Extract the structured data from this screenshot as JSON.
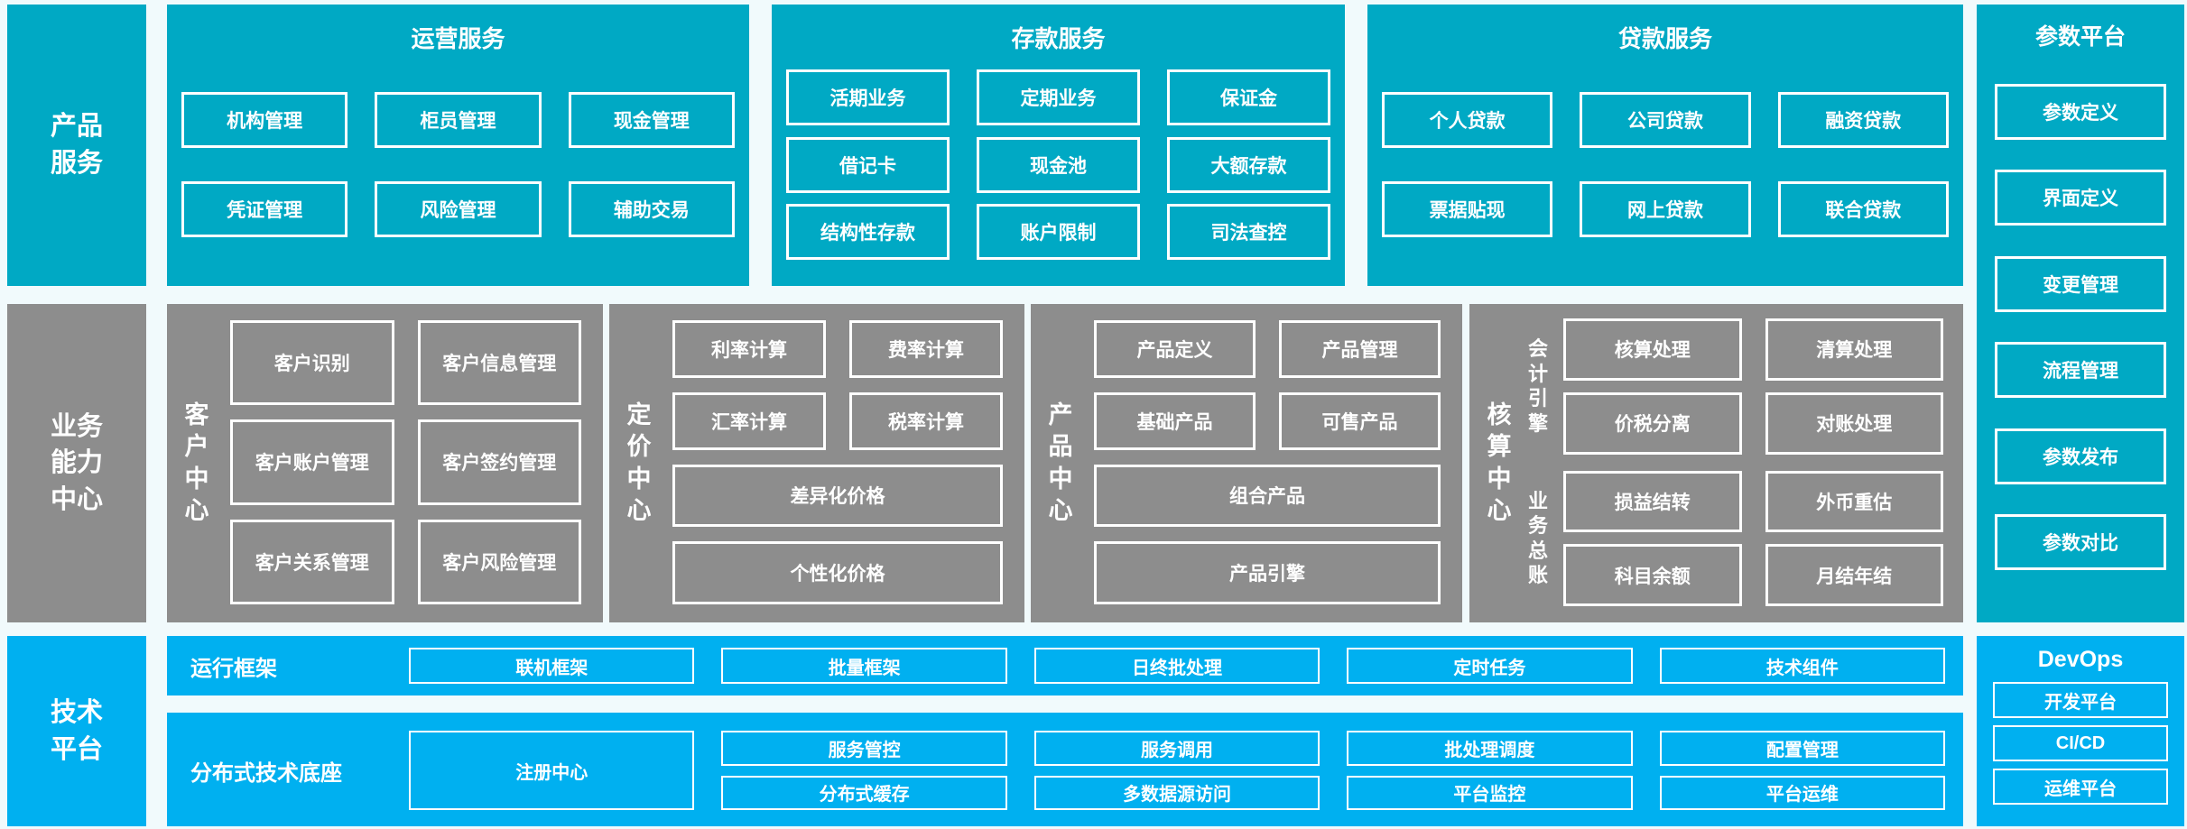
{
  "palette": {
    "teal": "#00A9C4",
    "gray": "#8D8D8D",
    "blue": "#00B0F0",
    "background": "#F1FAFC"
  },
  "lanes": {
    "product_services": "产品\n服务",
    "business_capability": "业务\n能力\n中心",
    "tech_platform": "技术\n平台"
  },
  "operation_services": {
    "title": "运营服务",
    "rows": [
      [
        "机构管理",
        "柜员管理",
        "现金管理"
      ],
      [
        "凭证管理",
        "风险管理",
        "辅助交易"
      ]
    ]
  },
  "deposit_services": {
    "title": "存款服务",
    "rows": [
      [
        "活期业务",
        "定期业务",
        "保证金"
      ],
      [
        "借记卡",
        "现金池",
        "大额存款"
      ],
      [
        "结构性存款",
        "账户限制",
        "司法查控"
      ]
    ]
  },
  "loan_services": {
    "title": "贷款服务",
    "rows": [
      [
        "个人贷款",
        "公司贷款",
        "融资贷款"
      ],
      [
        "票据贴现",
        "网上贷款",
        "联合贷款"
      ]
    ]
  },
  "parameter_platform": {
    "title": "参数平台",
    "items": [
      "参数定义",
      "界面定义",
      "变更管理",
      "流程管理",
      "参数发布",
      "参数对比"
    ]
  },
  "customer_center": {
    "label": "客户中心",
    "rows": [
      [
        "客户识别",
        "客户信息管理"
      ],
      [
        "客户账户管理",
        "客户签约管理"
      ],
      [
        "客户关系管理",
        "客户风险管理"
      ]
    ]
  },
  "pricing_center": {
    "label": "定价中心",
    "rows": [
      [
        "利率计算",
        "费率计算"
      ],
      [
        "汇率计算",
        "税率计算"
      ]
    ],
    "wide_rows": [
      "差异化价格",
      "个性化价格"
    ]
  },
  "product_center": {
    "label": "产品中心",
    "rows": [
      [
        "产品定义",
        "产品管理"
      ],
      [
        "基础产品",
        "可售产品"
      ]
    ],
    "wide_rows": [
      "组合产品",
      "产品引擎"
    ]
  },
  "accounting_center": {
    "label": "核算中心",
    "groups": [
      {
        "label": "会计引擎",
        "rows": [
          [
            "核算处理",
            "清算处理"
          ],
          [
            "价税分离",
            "对账处理"
          ]
        ]
      },
      {
        "label": "业务总账",
        "rows": [
          [
            "损益结转",
            "外币重估"
          ],
          [
            "科目余额",
            "月结年结"
          ]
        ]
      }
    ]
  },
  "runtime_framework": {
    "label": "运行框架",
    "items": [
      "联机框架",
      "批量框架",
      "日终批处理",
      "定时任务",
      "技术组件"
    ]
  },
  "distributed_base": {
    "label": "分布式技术底座",
    "tall_item": "注册中心",
    "columns": [
      [
        "服务管控",
        "分布式缓存"
      ],
      [
        "服务调用",
        "多数据源访问"
      ],
      [
        "批处理调度",
        "平台监控"
      ],
      [
        "配置管理",
        "平台运维"
      ]
    ]
  },
  "devops": {
    "title": "DevOps",
    "items": [
      "开发平台",
      "CI/CD",
      "运维平台"
    ]
  }
}
